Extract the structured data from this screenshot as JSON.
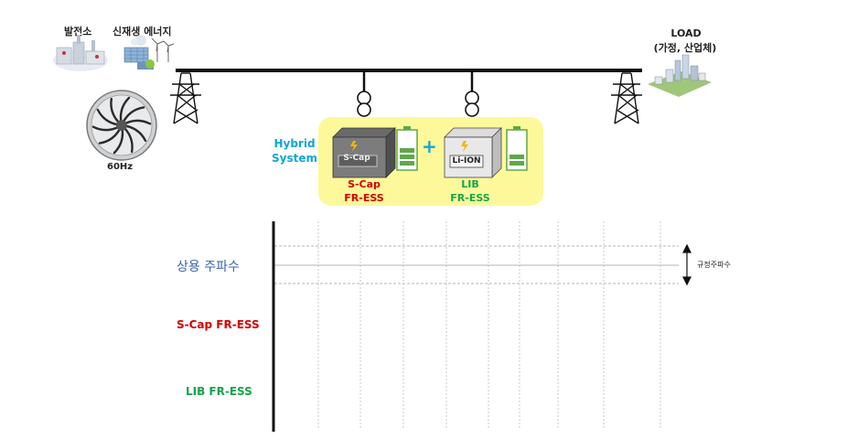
{
  "header": {
    "generation_label": "발전소",
    "renewable_label": "신재생 에너지",
    "load_label": "LOAD",
    "load_sub_label": "(가정, 산업체)",
    "frequency_label": "60Hz"
  },
  "hybrid": {
    "label_line1": "Hybrid",
    "label_line2": "System",
    "plus_sign": "+",
    "scap": {
      "device_label": "S-Cap",
      "name_line1": "S-Cap",
      "name_line2": "FR-ESS",
      "color": "#d40000"
    },
    "lib": {
      "device_label": "Li-ION",
      "name_line1": "LIB",
      "name_line2": "FR-ESS",
      "color": "#16a44a"
    }
  },
  "timeline": {
    "rows": [
      {
        "label": "상용 주파수",
        "color": "#3a62b4"
      },
      {
        "label": "S-Cap FR-ESS",
        "color": "#d40000"
      },
      {
        "label": "LIB FR-ESS",
        "color": "#16a44a"
      }
    ],
    "band_label": "규정주파수"
  },
  "colors": {
    "bus_line": "#111111",
    "hybrid_fill": "#fdf99a",
    "hybrid_text": "#0fa6d8",
    "battery_green": "#5fa84a",
    "grid_dotted": "#c8c8c8"
  },
  "icons": [
    "power-plant-icon",
    "renewable-energy-icon",
    "turbine-fan-icon",
    "transmission-tower-icon",
    "transformer-icon",
    "battery-icon",
    "city-load-icon",
    "double-arrow-icon"
  ]
}
